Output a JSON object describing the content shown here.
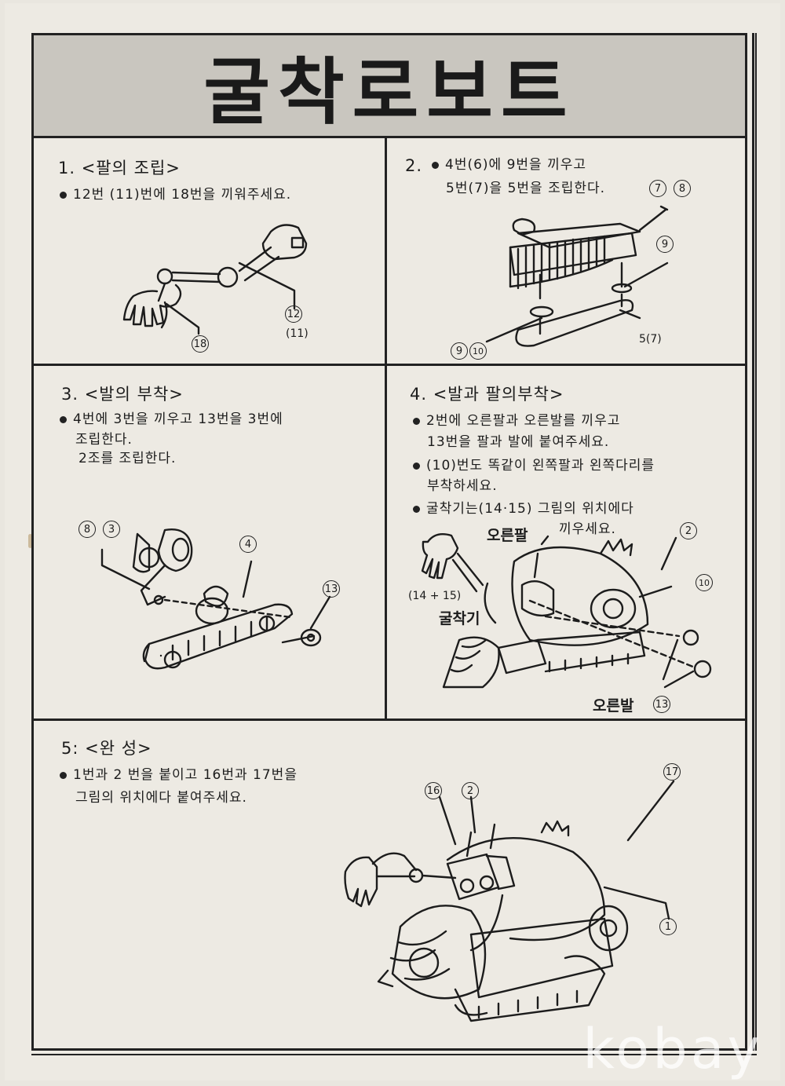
{
  "title": "굴착로보트",
  "sections": {
    "s1": {
      "title": "1.  <팔의 조립>",
      "lines": [
        "12번 (11)번에 18번을 끼워주세요."
      ],
      "parts": {
        "p12": "12",
        "p11": "(11)",
        "p18": "18"
      }
    },
    "s2": {
      "title": "2.",
      "lines": [
        "4번(6)에 9번을 끼우고",
        "5번(7)을 5번을 조립한다."
      ],
      "parts": {
        "p7": "7",
        "p8": "8",
        "p9a": "9",
        "p9b": "9",
        "p10": "10",
        "p57": "5(7)"
      }
    },
    "s3": {
      "title": "3.  <발의 부착>",
      "lines": [
        "4번에  3번을 끼우고 13번을  3번에",
        "조립한다.",
        "2조를 조립한다."
      ],
      "parts": {
        "p8": "8",
        "p3": "3",
        "p4": "4",
        "p13": "13"
      }
    },
    "s4": {
      "title": "4.  <발과 팔의부착>",
      "lines": [
        "2번에 오른팔과   오른발를   끼우고",
        "13번을 팔과 발에 붙여주세요.",
        "(10)번도 똑같이 왼쪽팔과 왼쪽다리를",
        "부착하세요.",
        "굴착기는(14·15) 그림의 위치에다",
        "끼우세요."
      ],
      "labels": {
        "arm": "오른팔",
        "drill": "굴착기",
        "foot": "오른발",
        "range": "(14 + 15)"
      },
      "parts": {
        "p2": "2",
        "p10": "10",
        "p13": "13"
      }
    },
    "s5": {
      "title": "5:  <완  성>",
      "lines": [
        "1번과  2 번을 붙이고 16번과 17번을",
        "그림의 위치에다 붙여주세요."
      ],
      "parts": {
        "p16": "16",
        "p2": "2",
        "p17": "17",
        "p1": "1"
      }
    }
  },
  "watermark": "kobay"
}
